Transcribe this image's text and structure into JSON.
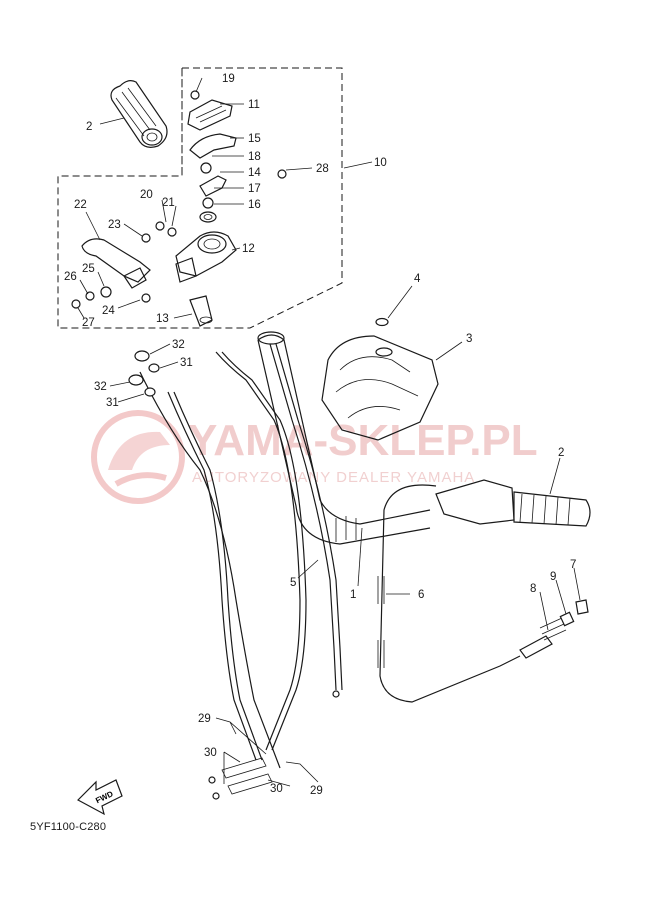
{
  "watermark": {
    "brand": "YAMA-SKLEP.PL",
    "tagline": "AUTORYZOWANY DEALER YAMAHA"
  },
  "part_labels": {
    "p1": "1",
    "p2": "2",
    "p3": "3",
    "p4": "4",
    "p5": "5",
    "p6": "6",
    "p7": "7",
    "p8": "8",
    "p9": "9",
    "p10": "10",
    "p11": "11",
    "p12": "12",
    "p13": "13",
    "p14": "14",
    "p15": "15",
    "p16": "16",
    "p17": "17",
    "p18": "18",
    "p19": "19",
    "p20": "20",
    "p21": "21",
    "p22": "22",
    "p23": "23",
    "p24": "24",
    "p25": "25",
    "p26": "26",
    "p27": "27",
    "p28": "28",
    "p29": "29",
    "p30": "30",
    "p31": "31",
    "p32": "32"
  },
  "fwd_arrow": "FWD",
  "diagram_code": "5YF1100-C280"
}
